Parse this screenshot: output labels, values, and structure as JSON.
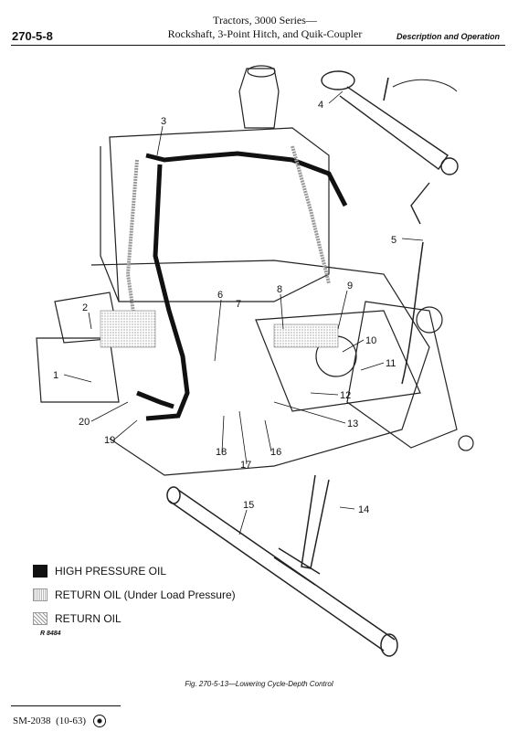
{
  "header": {
    "page_number": "270-5-8",
    "title_line1": "Tractors, 3000 Series—",
    "title_line2": "Rockshaft, 3-Point Hitch, and Quik-Coupler",
    "section": "Description and Operation"
  },
  "diagram": {
    "callouts": [
      "1",
      "2",
      "3",
      "4",
      "5",
      "6",
      "7",
      "8",
      "9",
      "10",
      "11",
      "12",
      "13",
      "14",
      "15",
      "16",
      "17",
      "18",
      "19",
      "20"
    ]
  },
  "legend": {
    "items": [
      {
        "label": "HIGH PRESSURE OIL",
        "swatch": "black-fill"
      },
      {
        "label": "RETURN OIL (Under Load Pressure)",
        "swatch": "fine-stipple"
      },
      {
        "label": "RETURN OIL",
        "swatch": "coarse-stipple"
      }
    ],
    "ref_code": "R 8484"
  },
  "caption": "Fig. 270-5-13—Lowering Cycle-Depth Control",
  "footer": {
    "code": "SM-2038",
    "date": "(10-63)",
    "logo": "john-deere-emblem-icon"
  },
  "colors": {
    "ink": "#111111",
    "paper": "#ffffff"
  }
}
